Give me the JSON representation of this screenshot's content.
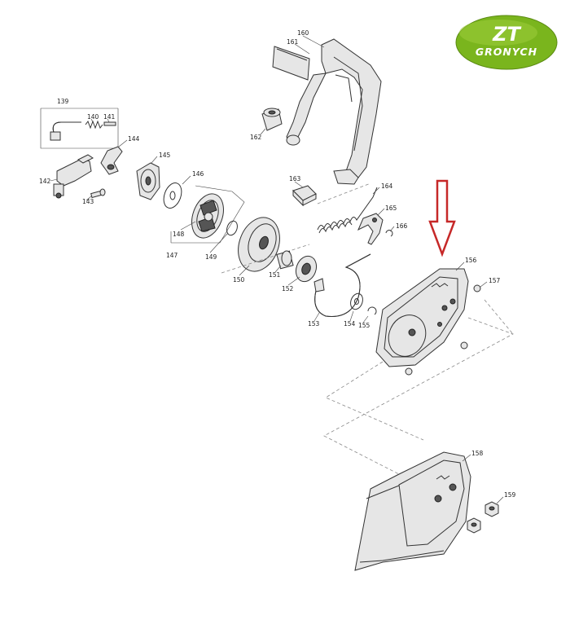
{
  "logo": {
    "line1": "ZT",
    "line2": "GRONYCH",
    "color": "#7ab51d"
  },
  "arrow": {
    "color": "#c62828"
  },
  "labels": {
    "p139": "139",
    "p140": "140",
    "p141": "141",
    "p142": "142",
    "p143": "143",
    "p144": "144",
    "p145": "145",
    "p146": "146",
    "p147": "147",
    "p148": "148",
    "p149": "149",
    "p150": "150",
    "p151": "151",
    "p152": "152",
    "p153": "153",
    "p154": "154",
    "p155": "155",
    "p156": "156",
    "p157": "157",
    "p158": "158",
    "p159": "159",
    "p160": "160",
    "p161": "161",
    "p162": "162",
    "p163": "163",
    "p164": "164",
    "p165": "165",
    "p166": "166"
  }
}
